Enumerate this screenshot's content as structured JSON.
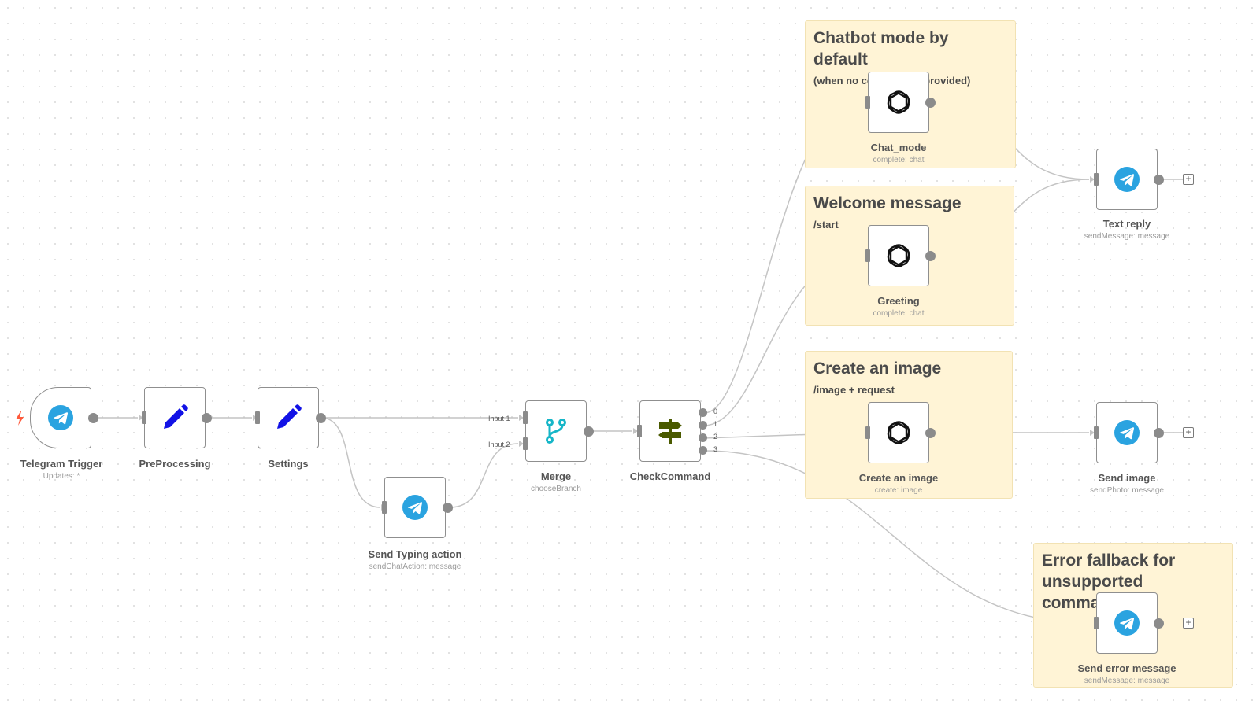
{
  "stickies": [
    {
      "id": "chatbot",
      "title": "Chatbot mode by default",
      "subtitle": "(when no command is provided)"
    },
    {
      "id": "welcome",
      "title": "Welcome message",
      "subtitle": "/start"
    },
    {
      "id": "image",
      "title": "Create an image",
      "subtitle": "/image + request"
    },
    {
      "id": "error",
      "title": "Error fallback for unsupported commands",
      "subtitle": ""
    }
  ],
  "nodes": {
    "telegram_trigger": {
      "label": "Telegram Trigger",
      "sublabel": "Updates: *",
      "icon": "telegram-icon"
    },
    "preprocessing": {
      "label": "PreProcessing",
      "sublabel": "",
      "icon": "pencil-icon"
    },
    "settings": {
      "label": "Settings",
      "sublabel": "",
      "icon": "pencil-icon"
    },
    "send_typing": {
      "label": "Send Typing action",
      "sublabel": "sendChatAction: message",
      "icon": "telegram-icon"
    },
    "merge": {
      "label": "Merge",
      "sublabel": "chooseBranch",
      "icon": "branch-icon"
    },
    "checkcommand": {
      "label": "CheckCommand",
      "sublabel": "",
      "icon": "signpost-icon"
    },
    "chat_mode": {
      "label": "Chat_mode",
      "sublabel": "complete: chat",
      "icon": "openai-icon"
    },
    "greeting": {
      "label": "Greeting",
      "sublabel": "complete: chat",
      "icon": "openai-icon"
    },
    "create_image": {
      "label": "Create an image",
      "sublabel": "create: image",
      "icon": "openai-icon"
    },
    "text_reply": {
      "label": "Text reply",
      "sublabel": "sendMessage: message",
      "icon": "telegram-icon"
    },
    "send_image": {
      "label": "Send image",
      "sublabel": "sendPhoto: message",
      "icon": "telegram-icon"
    },
    "send_error": {
      "label": "Send error message",
      "sublabel": "sendMessage: message",
      "icon": "telegram-icon"
    }
  },
  "merge_inputs": [
    "Input 1",
    "Input 2"
  ],
  "switch_outputs": [
    "0",
    "1",
    "2",
    "3"
  ],
  "plus_symbol": "+",
  "colors": {
    "telegram": "#2aa3e0",
    "pencil": "#1212e6",
    "merge": "#16b6c8",
    "switch": "#4a5a00",
    "sticky": "#fff4d6",
    "connection": "#c4c4c4",
    "trigger_bolt": "#ff5a3c"
  }
}
